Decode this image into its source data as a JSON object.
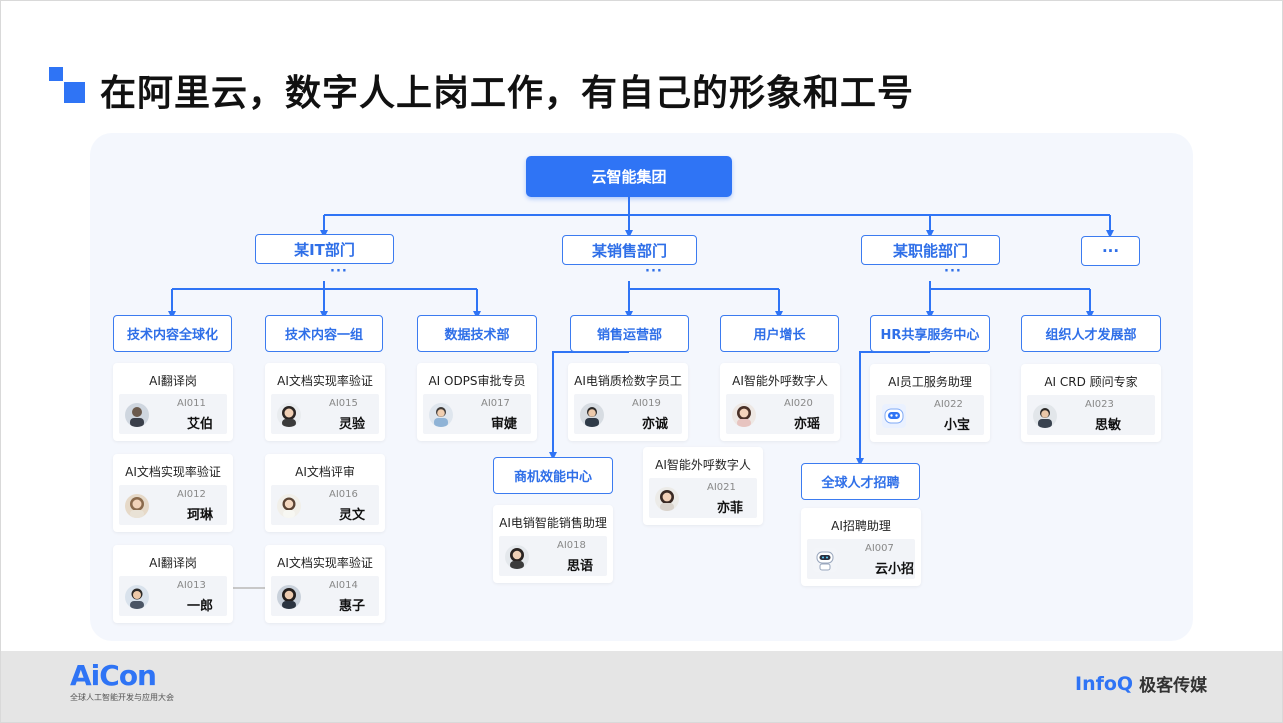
{
  "title": "在阿里云，数字人上岗工作，有自己的形象和工号",
  "colors": {
    "accent": "#2f74f5",
    "panel": "#f4f7fd",
    "footer": "#e5e5e5"
  },
  "org": {
    "root": "云智能集团",
    "ellipsis": "···",
    "departments": [
      {
        "label": "某IT部门"
      },
      {
        "label": "某销售部门"
      },
      {
        "label": "某职能部门"
      },
      {
        "label": "···"
      }
    ],
    "teams": [
      {
        "label": "技术内容全球化"
      },
      {
        "label": "技术内容一组"
      },
      {
        "label": "数据技术部"
      },
      {
        "label": "销售运营部"
      },
      {
        "label": "用户增长"
      },
      {
        "label": "HR共享服务中心"
      },
      {
        "label": "组织人才发展部"
      },
      {
        "label": "商机效能中心"
      },
      {
        "label": "全球人才招聘"
      }
    ],
    "employees": [
      {
        "role": "AI翻译岗",
        "code": "AI011",
        "name": "艾伯",
        "avatar": "avatar-man-icon"
      },
      {
        "role": "AI文档实现率验证",
        "code": "AI012",
        "name": "珂琳",
        "avatar": "avatar-woman-icon"
      },
      {
        "role": "AI翻译岗",
        "code": "AI013",
        "name": "一郎",
        "avatar": "avatar-man-icon"
      },
      {
        "role": "AI文档实现率验证",
        "code": "AI015",
        "name": "灵验",
        "avatar": "avatar-woman-icon"
      },
      {
        "role": "AI文档评审",
        "code": "AI016",
        "name": "灵文",
        "avatar": "avatar-woman-icon"
      },
      {
        "role": "AI文档实现率验证",
        "code": "AI014",
        "name": "惠子",
        "avatar": "avatar-woman-icon"
      },
      {
        "role": "AI ODPS审批专员",
        "code": "AI017",
        "name": "审婕",
        "avatar": "avatar-man-icon"
      },
      {
        "role": "AI电销质检数字员工",
        "code": "AI019",
        "name": "亦诚",
        "avatar": "avatar-man-icon"
      },
      {
        "role": "AI电销智能销售助理",
        "code": "AI018",
        "name": "思语",
        "avatar": "avatar-woman-icon"
      },
      {
        "role": "AI智能外呼数字人",
        "code": "AI020",
        "name": "亦瑶",
        "avatar": "avatar-woman-icon"
      },
      {
        "role": "AI智能外呼数字人",
        "code": "AI021",
        "name": "亦菲",
        "avatar": "avatar-woman-icon"
      },
      {
        "role": "AI员工服务助理",
        "code": "AI022",
        "name": "小宝",
        "avatar": "robot-icon"
      },
      {
        "role": "AI招聘助理",
        "code": "AI007",
        "name": "云小招",
        "avatar": "robot-icon"
      },
      {
        "role": "AI CRD 顾问专家",
        "code": "AI023",
        "name": "思敏",
        "avatar": "avatar-man-icon"
      }
    ]
  },
  "footer": {
    "logo_word": "AiCon",
    "logo_sub": "全球人工智能开发与应用大会",
    "infoq_brand": "InfoQ",
    "infoq_cn": "极客传媒"
  }
}
